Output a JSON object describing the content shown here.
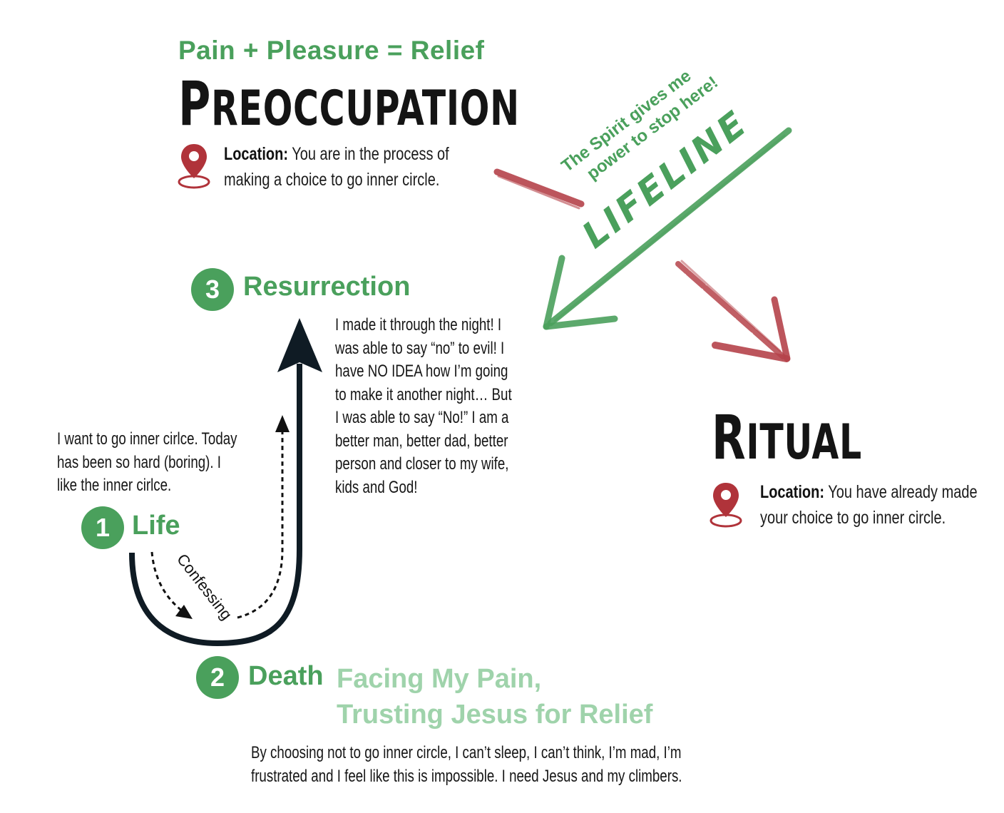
{
  "header": {
    "subtitle": "Pain + Pleasure = Relief",
    "title_first": "P",
    "title_rest": "REOCCUPATION"
  },
  "preoccupation_location": {
    "label": "Location:",
    "line1": "You are in the process of",
    "line2": "making a choice to go inner circle."
  },
  "lifeline": {
    "note_line1": "The Spirit gives me",
    "note_line2": "power to stop here!",
    "word": "LIFELINE"
  },
  "ritual": {
    "title_first": "R",
    "title_rest": "ITUAL",
    "location_label": "Location:",
    "line1": "You have already made",
    "line2": "your choice to go inner circle."
  },
  "steps": [
    {
      "number": "1",
      "label": "Life"
    },
    {
      "number": "2",
      "label": "Death"
    },
    {
      "number": "3",
      "label": "Resurrection"
    }
  ],
  "death_subtitle": {
    "line1": "Facing My Pain,",
    "line2": "Trusting Jesus for Relief"
  },
  "confessing": "Confessing",
  "life_text": [
    "I want to go inner cirlce. Today",
    "has been so hard (boring). I",
    "like the inner cirlce."
  ],
  "resurrection_text": [
    "I made it through the night! I",
    "was able to say “no” to evil! I",
    "have NO IDEA how I’m going",
    "to make it another night… But",
    "I was able to say “No!” I am a",
    "better man, better dad, better",
    "person and closer to my wife,",
    "kids and God!"
  ],
  "death_text": [
    "By choosing not to go inner circle, I can’t sleep, I can’t think, I’m mad, I’m",
    "frustrated  and I feel like this is impossible. I need Jesus and my climbers."
  ],
  "colors": {
    "green": "#4aa05c",
    "light_green": "#9fd3ab",
    "red": "#b5434a",
    "dark_navy": "#0f1b24",
    "pin_red": "#b0333a"
  },
  "icons": [
    "location-pin-icon",
    "location-pin-icon"
  ]
}
